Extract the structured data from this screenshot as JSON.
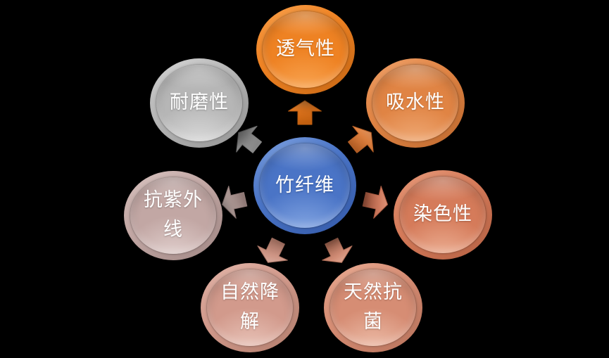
{
  "background_color": "#000000",
  "text_color": "#FFFFFF",
  "diagram": {
    "center": {
      "label": "竹纤维",
      "lines": [
        "竹纤维"
      ],
      "colors": {
        "base": "#4A74C6",
        "light": "#82A5E1",
        "dark": "#2B4F9C",
        "glow": "#93B3EA"
      }
    },
    "satellites": [
      {
        "label": "透气性",
        "lines": [
          "透气性"
        ],
        "colors": {
          "base": "#EE8223",
          "light": "#F9A24E",
          "dark": "#B55B0E",
          "glow": "#FCAF60"
        },
        "arrow": {
          "base": "#E8791F",
          "light": "#F49A4A",
          "dark": "#C05F10"
        }
      },
      {
        "label": "吸水性",
        "lines": [
          "吸水性"
        ],
        "colors": {
          "base": "#E08444",
          "light": "#F0A36C",
          "dark": "#AF5E26",
          "glow": "#F4B585"
        },
        "arrow": {
          "base": "#DF8140",
          "light": "#EC9F6B",
          "dark": "#B45F26"
        }
      },
      {
        "label": "染色性",
        "lines": [
          "染色性"
        ],
        "colors": {
          "base": "#D57B5A",
          "light": "#E89C7C",
          "dark": "#A6563A",
          "glow": "#F2BCA2"
        },
        "arrow": {
          "base": "#CF7B5F",
          "light": "#E29A80",
          "dark": "#A85A41"
        }
      },
      {
        "label": "天然抗菌",
        "lines": [
          "天然抗",
          "菌"
        ],
        "colors": {
          "base": "#D68D74",
          "light": "#EBAE96",
          "dark": "#A96751",
          "glow": "#F3CAB7"
        },
        "arrow": {
          "base": "#D18C75",
          "light": "#E3AB97",
          "dark": "#A96A54"
        }
      },
      {
        "label": "自然降解",
        "lines": [
          "自然降",
          "解"
        ],
        "colors": {
          "base": "#D29A8C",
          "light": "#E3B8AC",
          "dark": "#A57260",
          "glow": "#EFD0C6"
        },
        "arrow": {
          "base": "#CE9585",
          "light": "#E0B4A7",
          "dark": "#A57263"
        }
      },
      {
        "label": "抗紫外线",
        "lines": [
          "抗紫外",
          "线"
        ],
        "colors": {
          "base": "#C2A7A4",
          "light": "#D9C5C2",
          "dark": "#937B78",
          "glow": "#E9DAD8"
        },
        "arrow": {
          "base": "#B7A19D",
          "light": "#CFBDBA",
          "dark": "#8F7976"
        }
      },
      {
        "label": "耐磨性",
        "lines": [
          "耐磨性"
        ],
        "colors": {
          "base": "#B6B6B6",
          "light": "#D8D8D8",
          "dark": "#868686",
          "glow": "#E5E5E5"
        },
        "arrow": {
          "base": "#B0B0B0",
          "light": "#CCCCCC",
          "dark": "#8A8A8A"
        }
      }
    ]
  }
}
